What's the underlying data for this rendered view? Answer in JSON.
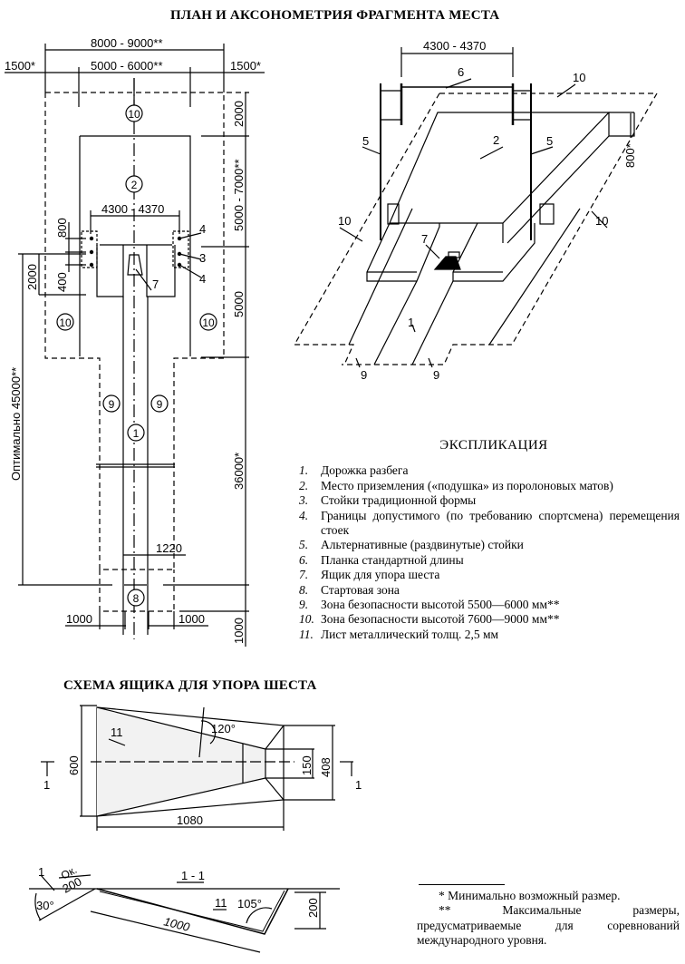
{
  "titles": {
    "main": "ПЛАН И АКСОНОМЕТРИЯ ФРАГМЕНТА МЕСТА",
    "box_scheme": "СХЕМА ЯЩИКА ДЛЯ УПОРА ШЕСТА",
    "legend": "ЭКСПЛИКАЦИЯ",
    "section": "1 - 1"
  },
  "plan": {
    "dims": {
      "overall_width": "8000 - 9000**",
      "inner_width": "5000 - 6000**",
      "side_left": "1500*",
      "side_right": "1500*",
      "top_zone": "2000",
      "pit_length": "5000 - 7000**",
      "stand_gap": "4300 - 4370",
      "stand_800": "800",
      "stand_400": "400",
      "side_2000": "2000",
      "zone_5000": "5000",
      "runway_total": "Оптимально 45000**",
      "runway_min": "36000*",
      "runway_width": "1220",
      "bottom_left": "1000",
      "bottom_right": "1000",
      "bottom_end": "1000"
    },
    "markers": {
      "m10_top": "10",
      "m2": "2",
      "m10_left": "10",
      "m10_right": "10",
      "m9_left": "9",
      "m9_right": "9",
      "m1": "1",
      "m8": "8"
    },
    "callouts": {
      "c4a": "4",
      "c3": "3",
      "c4b": "4",
      "c7": "7"
    }
  },
  "axonometry": {
    "dim_gap": "4300 - 4370",
    "dim_height": "800*",
    "callouts": {
      "c6": "6",
      "c10_top": "10",
      "c5_left": "5",
      "c5_right": "5",
      "c2": "2",
      "c10_left": "10",
      "c10_right": "10",
      "c7": "7",
      "c1": "1",
      "c9_left": "9",
      "c9_right": "9"
    }
  },
  "legend_items": [
    {
      "num": "1.",
      "text": "Дорожка разбега"
    },
    {
      "num": "2.",
      "text": "Место приземления («подушка» из поролоновых матов)"
    },
    {
      "num": "3.",
      "text": "Стойки традиционной формы"
    },
    {
      "num": "4.",
      "text": "Границы допустимого (по требованию спортсмена) перемещения стоек"
    },
    {
      "num": "5.",
      "text": "Альтернативные (раздвинутые) стойки"
    },
    {
      "num": "6.",
      "text": "Планка стандартной длины"
    },
    {
      "num": "7.",
      "text": "Ящик для упора шеста"
    },
    {
      "num": "8.",
      "text": "Стартовая зона"
    },
    {
      "num": "9.",
      "text": "Зона безопасности высотой 5500—6000 мм**"
    },
    {
      "num": "10.",
      "text": "Зона безопасности высотой 7600—9000 мм**"
    },
    {
      "num": "11.",
      "text": "Лист металлический толщ. 2,5 мм"
    }
  ],
  "box": {
    "dims": {
      "width_top": "600",
      "neck": "150",
      "end": "408",
      "length": "1080",
      "angle": "120°"
    },
    "callout_11": "11",
    "section_mark_left": "1",
    "section_mark_right": "1"
  },
  "section": {
    "callout_1": "1",
    "approx": "Ок.",
    "approx_len": "200",
    "angle_30": "30°",
    "callout_11": "11",
    "angle_105": "105°",
    "length": "1000",
    "depth": "200"
  },
  "notes": {
    "note1": "* Минимально возможный размер.",
    "note2": "** Максимальные размеры, предусматриваемые для соревнований международного уровня."
  }
}
